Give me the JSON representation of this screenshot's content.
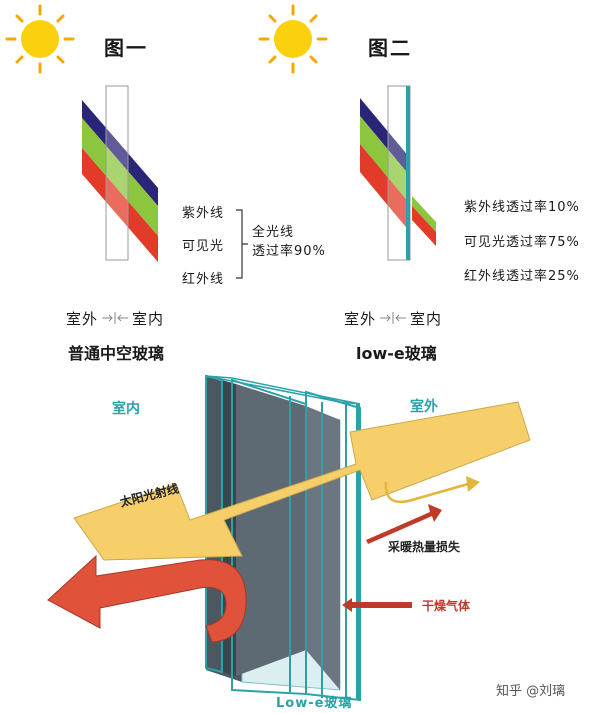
{
  "figure1": {
    "title": "图一",
    "labels": {
      "uv": "紫外线",
      "visible": "可见光",
      "ir": "红外线"
    },
    "brace_note": [
      "全光线",
      "透过率90%"
    ],
    "sides": {
      "outdoor": "室外",
      "indoor": "室内"
    },
    "caption": "普通中空玻璃"
  },
  "figure2": {
    "title": "图二",
    "labels": {
      "uv": "紫外线透过率10%",
      "visible": "可见光透过率75%",
      "ir": "红外线透过率25%"
    },
    "sides": {
      "outdoor": "室外",
      "indoor": "室内"
    },
    "caption": "low-e玻璃"
  },
  "lower_diagram": {
    "indoor": "室内",
    "outdoor": "室外",
    "solar_rays": "太阳光射线",
    "heating_loss": "采暖热量损失",
    "dry_gas": "干燥气体",
    "glass_name": "Low-e玻璃"
  },
  "credit": "知乎 @刘璃",
  "colors": {
    "uv": "#2b2577",
    "visible": "#8cc63f",
    "ir": "#e23b2a",
    "teal": "#2aa3a8",
    "yellow_arrow": "#f6cf6b",
    "red_arrow": "#e0523a",
    "sun": "#fbd10f"
  }
}
